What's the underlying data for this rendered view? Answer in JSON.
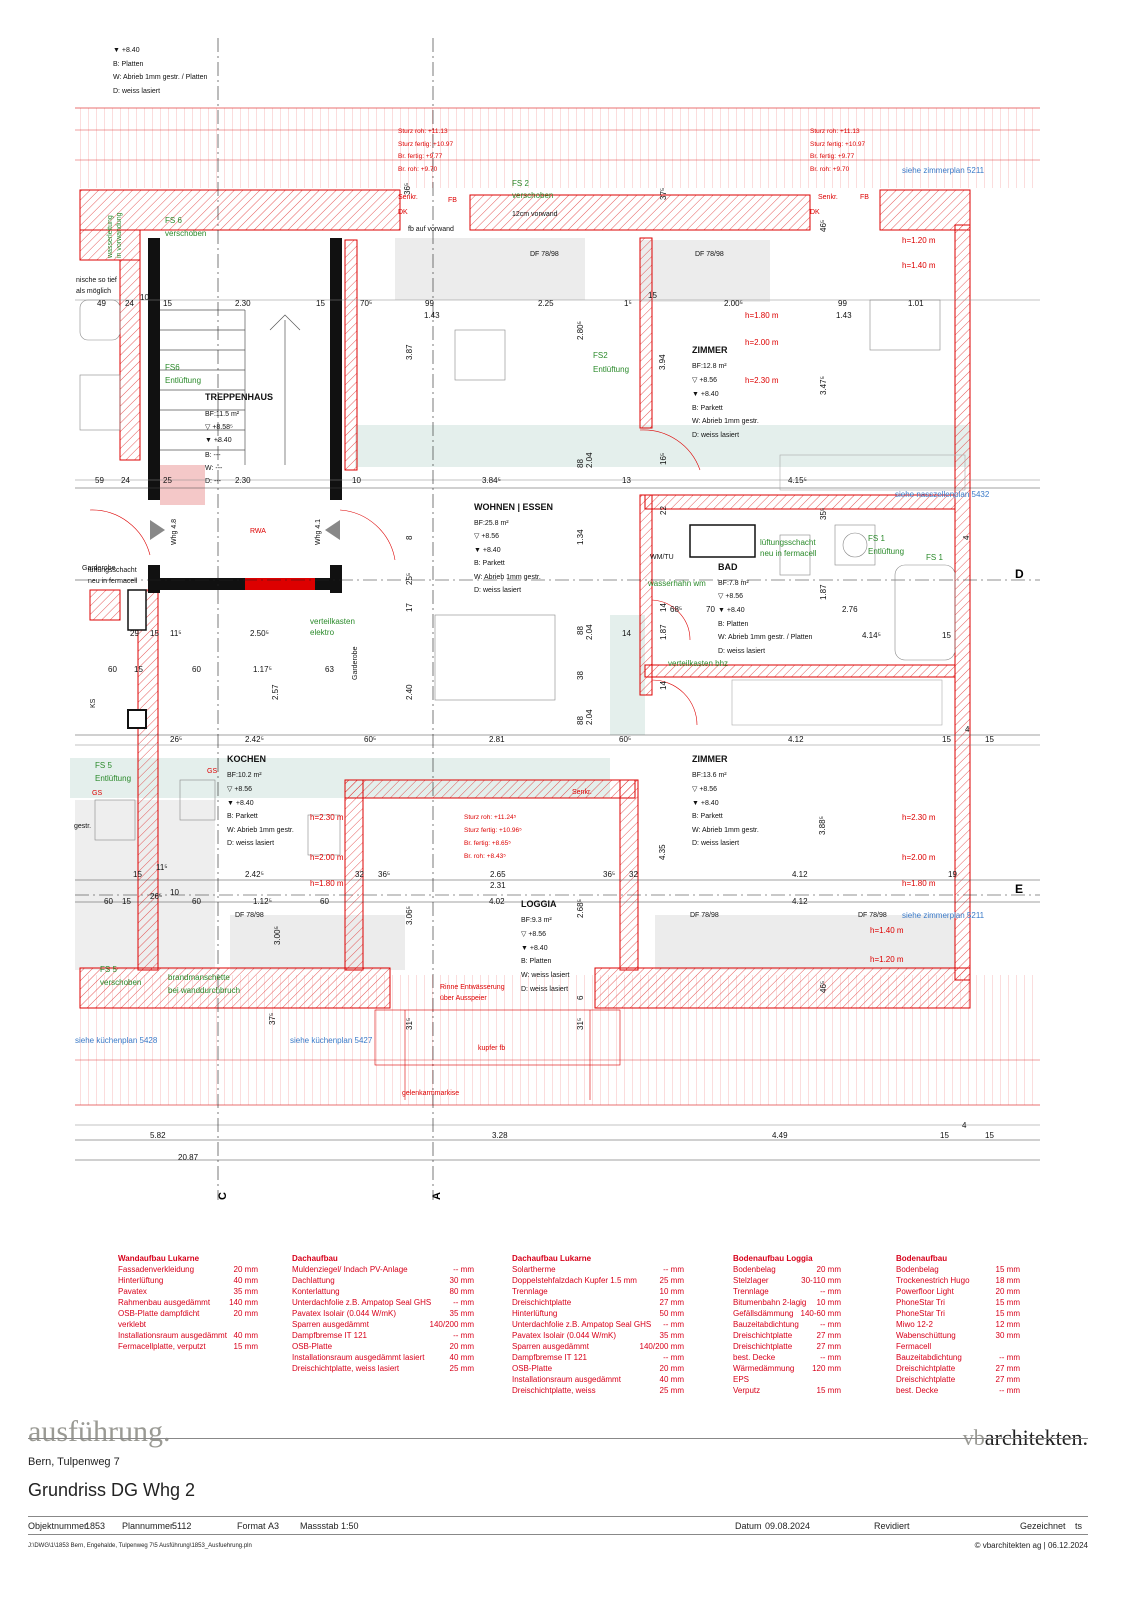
{
  "rooms": {
    "treppenhaus": {
      "name": "TREPPENHAUS",
      "bf": "BF:11.5 m²",
      "lvl1": "▽ +8.58⁵",
      "lvl2": "▼ +8.40",
      "b": "B: ---",
      "w": "W: ---",
      "d": "D: ---"
    },
    "wohnen": {
      "name": "WOHNEN | ESSEN",
      "bf": "BF:25.8 m²",
      "lvl1": "▽ +8.56",
      "lvl2": "▼ +8.40",
      "b": "B: Parkett",
      "w": "W: Abrieb 1mm gestr.",
      "d": "D: weiss lasiert"
    },
    "zimmer1": {
      "name": "ZIMMER",
      "bf": "BF:12.8 m²",
      "lvl1": "▽ +8.56",
      "lvl2": "▼ +8.40",
      "b": "B: Parkett",
      "w": "W: Abrieb 1mm gestr.",
      "d": "D: weiss lasiert"
    },
    "bad": {
      "name": "BAD",
      "bf": "BF:7.8 m²",
      "lvl1": "▽ +8.56",
      "lvl2": "▼ +8.40",
      "b": "B: Platten",
      "w": "W: Abrieb 1mm gestr. / Platten",
      "d": "D: weiss lasiert"
    },
    "kochen": {
      "name": "KOCHEN",
      "bf": "BF:10.2 m²",
      "lvl1": "▽ +8.56",
      "lvl2": "▼ +8.40",
      "b": "B: Parkett",
      "w": "W: Abrieb 1mm gestr.",
      "d": "D: weiss lasiert"
    },
    "zimmer2": {
      "name": "ZIMMER",
      "bf": "BF:13.6 m²",
      "lvl1": "▽ +8.56",
      "lvl2": "▼ +8.40",
      "b": "B: Parkett",
      "w": "W: Abrieb 1mm gestr.",
      "d": "D: weiss lasiert"
    },
    "loggia": {
      "name": "LOGGIA",
      "bf": "BF:9.3 m²",
      "lvl1": "▽ +8.56",
      "lvl2": "▼ +8.40",
      "b": "B: Platten",
      "w": "W: weiss lasiert",
      "d": "D: weiss lasiert"
    },
    "top": {
      "lvl": "▼ +8.40",
      "b": "B: Platten",
      "w": "W: Abrieb 1mm gestr. / Platten",
      "d": "D: weiss lasiert"
    }
  },
  "sturz_left": [
    "Sturz roh:  +11.13",
    "Sturz fertig: +10.97",
    "Br. fertig:  +9.77",
    "Br. roh:  +9.70"
  ],
  "sturz_right": [
    "Sturz roh:  +11.13",
    "Sturz fertig: +10.97",
    "Br. fertig:  +9.77",
    "Br. roh:  +9.70"
  ],
  "sturz_loggia": [
    "Sturz roh:  +11.24⁵",
    "Sturz fertig: +10.96⁵",
    "Br. fertig:  +8.65⁵",
    "Br. roh:  +8.43⁵"
  ],
  "notes": {
    "fs2_top": "FS 2",
    "verschoben": "verschoben",
    "vorwand12": "12cm vorwand",
    "fb_vorwand": "fb auf vorwand",
    "fs6": "FS 6",
    "fs6_v": "verschoben",
    "fs6b": "FS6",
    "fs6b_e": "Entlüftung",
    "fs2": "FS2",
    "fs2_e": "Entlüftung",
    "fs1": "FS 1",
    "fs1_e": "Entlüftung",
    "fs1b": "FS 1",
    "fs5": "FS 5",
    "fs5_e": "Entlüftung",
    "fs5b": "FS 5",
    "fs5b_v": "verschoben",
    "df1": "DF 78/98",
    "df2": "DF 78/98",
    "df3": "DF 78/98",
    "df4": "DF 78/98",
    "df5": "DF 78/98",
    "nische1": "nische so tief",
    "nische2": "als möglich",
    "zimmerplan1": "siehe zimmerplan 5211",
    "zimmerplan2": "siehe zimmerplan 5211",
    "nasszellen": "siehe nasszellenplan 5432",
    "kuechen1": "siehe küchenplan 5428",
    "kuechen2": "siehe küchenplan 5427",
    "lueftung1": "lüftungsschacht",
    "lueftung2": "neu in fermacell",
    "lueftungL1": "lüftungsschacht",
    "lueftungL2": "neu in fermacell",
    "wasserhahn": "wasserhahn wm",
    "wmtu": "WM/TU",
    "verteil1": "verteilkasten",
    "verteil2": "elektro",
    "verteilbhz": "verteilkasten bhz",
    "garderobe": "Garderobe",
    "garderobe2": "Garderobe",
    "rwa": "RWA",
    "whg48": "Whg 4.8",
    "whg41": "Whg 4.1",
    "rinne1": "Rinne Entwässerung",
    "rinne2": "über Ausspeier",
    "kupfer": "kupfer fb",
    "gelenk": "gelenkarmmarkise",
    "brand1": "brandmanschette",
    "brand2": "bei wanddurchbruch",
    "senkr1": "Senkr.",
    "senkr2": "Senkr.",
    "senkr3": "Senkr.",
    "fb1": "FB",
    "fb2": "FB",
    "dk1": "DK",
    "dk2": "DK",
    "gs1": "GS",
    "gs2": "GS",
    "gestr": "gestr.",
    "ks": "KS",
    "wasser1": "wasserleitung",
    "wasser2": "in vorwandung",
    "h120a": "h=1.20 m",
    "h140a": "h=1.40 m",
    "h180a": "h=1.80 m",
    "h200a": "h=2.00 m",
    "h230a": "h=2.30 m",
    "h230b": "h=2.30 m",
    "h200b": "h=2.00 m",
    "h180b": "h=1.80 m",
    "h140b": "h=1.40 m",
    "h120b": "h=1.20 m",
    "h230c": "h=2.30 m",
    "h200c": "h=2.00 m",
    "h180c": "h=1.80 m"
  },
  "axes": {
    "c": "C",
    "a": "A",
    "d": "D",
    "e": "E"
  },
  "dims": {
    "r1": [
      "49",
      "24",
      "10",
      "15",
      "2.30",
      "15",
      "70⁵",
      "99",
      "1.43",
      "2.25",
      "1⁵",
      "15",
      "2.00⁵",
      "99",
      "1.43",
      "1.01"
    ],
    "r2": [
      "59",
      "24",
      "25",
      "2.30",
      "10",
      "3.84⁵",
      "13",
      "4.15⁵"
    ],
    "r3": [
      "29",
      "15",
      "11⁵",
      "2.50⁵",
      "68⁵",
      "70",
      "2.76",
      "14",
      "4.14⁵",
      "15"
    ],
    "r4": [
      "60",
      "15",
      "60",
      "1.17⁵",
      "63"
    ],
    "r5": [
      "26⁵",
      "2.42⁵",
      "60⁵",
      "2.81",
      "60⁵",
      "4.12",
      "15",
      "4",
      "15"
    ],
    "r6": [
      "15",
      "11⁵",
      "10",
      "2.42⁵",
      "32",
      "36⁵",
      "2.65",
      "2.31",
      "36⁵",
      "32",
      "4.12",
      "19"
    ],
    "r7": [
      "60",
      "15",
      "26⁵",
      "60",
      "1.12⁵",
      "60",
      "4.02",
      "4.12"
    ],
    "bottom": [
      "5.82",
      "3.28",
      "4.49",
      "15",
      "4",
      "15"
    ],
    "total": "20.87",
    "v": [
      "36⁵",
      "37⁵",
      "3.87",
      "2.80⁵",
      "3.94",
      "3.47⁵",
      "88",
      "2.04",
      "1.34",
      "88",
      "2.04",
      "38",
      "88",
      "2.04",
      "2.40",
      "2.57",
      "3.00⁵",
      "3.06⁵",
      "2.68⁵",
      "4.35",
      "3.88⁵",
      "37⁵",
      "31⁵",
      "31⁵",
      "46⁵",
      "46⁵",
      "16⁵",
      "1.87",
      "1.87",
      "22",
      "14",
      "14",
      "17",
      "25⁵",
      "35⁵",
      "8",
      "4",
      "6"
    ]
  },
  "legend": [
    {
      "title": "Wandaufbau Lukarne",
      "rows": [
        [
          "Fassadenverkleidung",
          "20 mm"
        ],
        [
          "Hinterlüftung",
          "40 mm"
        ],
        [
          "Pavatex",
          "35 mm"
        ],
        [
          "Rahmenbau ausgedämmt",
          "140 mm"
        ],
        [
          "OSB-Platte dampfdicht verklebt",
          "20 mm"
        ],
        [
          "Installationsraum ausgedämmt",
          "40 mm"
        ],
        [
          "Fermacellplatte, verputzt",
          "15 mm"
        ]
      ]
    },
    {
      "title": "Dachaufbau",
      "rows": [
        [
          "Muldenziegel/ Indach PV-Anlage",
          "-- mm"
        ],
        [
          "Dachlattung",
          "30 mm"
        ],
        [
          "Konterlattung",
          "80 mm"
        ],
        [
          "Unterdachfolie z.B. Ampatop Seal GHS",
          "-- mm"
        ],
        [
          "Pavatex Isolair (0.044 W/mK)",
          "35 mm"
        ],
        [
          "Sparren ausgedämmt",
          "140/200 mm"
        ],
        [
          "Dampfbremse IT 121",
          "-- mm"
        ],
        [
          "OSB-Platte",
          "20 mm"
        ],
        [
          "Installationsraum ausgedämmt lasiert",
          "40 mm"
        ],
        [
          "Dreischichtplatte, weiss lasiert",
          "25 mm"
        ]
      ]
    },
    {
      "title": "Dachaufbau Lukarne",
      "rows": [
        [
          "Solartherme",
          "-- mm"
        ],
        [
          "Doppelstehfalzdach Kupfer 1.5 mm",
          "25 mm"
        ],
        [
          "Trennlage",
          "10 mm"
        ],
        [
          "Dreischichtplatte",
          "27 mm"
        ],
        [
          "Hinterlüftung",
          "50 mm"
        ],
        [
          "Unterdachfolie z.B. Ampatop Seal GHS",
          "-- mm"
        ],
        [
          "Pavatex Isolair (0.044 W/mK)",
          "35 mm"
        ],
        [
          "Sparren ausgedämmt",
          "140/200 mm"
        ],
        [
          "Dampfbremse IT 121",
          "-- mm"
        ],
        [
          "OSB-Platte",
          "20 mm"
        ],
        [
          "Installationsraum ausgedämmt",
          "40 mm"
        ],
        [
          "Dreischichtplatte, weiss",
          "25 mm"
        ]
      ]
    },
    {
      "title": "Bodenaufbau Loggia",
      "rows": [
        [
          "Bodenbelag",
          "20 mm"
        ],
        [
          "Stelzlager",
          "30-110 mm"
        ],
        [
          "Trennlage",
          "-- mm"
        ],
        [
          "Bitumenbahn 2-lagig",
          "10 mm"
        ],
        [
          "Gefällsdämmung",
          "140-60 mm"
        ],
        [
          "Bauzeitabdichtung",
          "-- mm"
        ],
        [
          "Dreischichtplatte",
          "27 mm"
        ],
        [
          "Dreischichtplatte",
          "27 mm"
        ],
        [
          "best. Decke",
          "-- mm"
        ],
        [
          "Wärmedämmung EPS",
          "120 mm"
        ],
        [
          "Verputz",
          "15 mm"
        ]
      ]
    },
    {
      "title": "Bodenaufbau",
      "rows": [
        [
          "Bodenbelag",
          "15 mm"
        ],
        [
          "Trockenestrich Hugo",
          "18 mm"
        ],
        [
          "Powerfloor Light",
          "20 mm"
        ],
        [
          "PhoneStar Tri",
          "15 mm"
        ],
        [
          "PhoneStar Tri",
          "15 mm"
        ],
        [
          "Miwo 12-2",
          "12 mm"
        ],
        [
          "Wabenschüttung Fermacell",
          "30 mm"
        ],
        [
          "Bauzeitabdichtung",
          "-- mm"
        ],
        [
          "Dreischichtplatte",
          "27 mm"
        ],
        [
          "Dreischichtplatte",
          "27 mm"
        ],
        [
          "best. Decke",
          "-- mm"
        ]
      ]
    }
  ],
  "footer": {
    "phase": "ausführung.",
    "brand_vb": "vb",
    "brand_rest": "architekten.",
    "address": "Bern, Tulpenweg 7",
    "title": "Grundriss DG Whg 2",
    "objekt_label": "Objektnummer",
    "objekt": "1853",
    "plan_label": "Plannummer",
    "plan": "5112",
    "format_label": "Format",
    "format": "A3",
    "massstab_label": "Massstab",
    "massstab": "1:50",
    "datum_label": "Datum",
    "datum": "09.08.2024",
    "revidiert_label": "Revidiert",
    "gezeichnet_label": "Gezeichnet",
    "gezeichnet": "ts",
    "path": "J:\\DWG\\1\\1853 Bern, Engehalde, Tulpenweg 7\\5 Ausführung\\1853_Ausfuehrung.pln",
    "copyright": "© vbarchitekten ag | 06.12.2024"
  }
}
